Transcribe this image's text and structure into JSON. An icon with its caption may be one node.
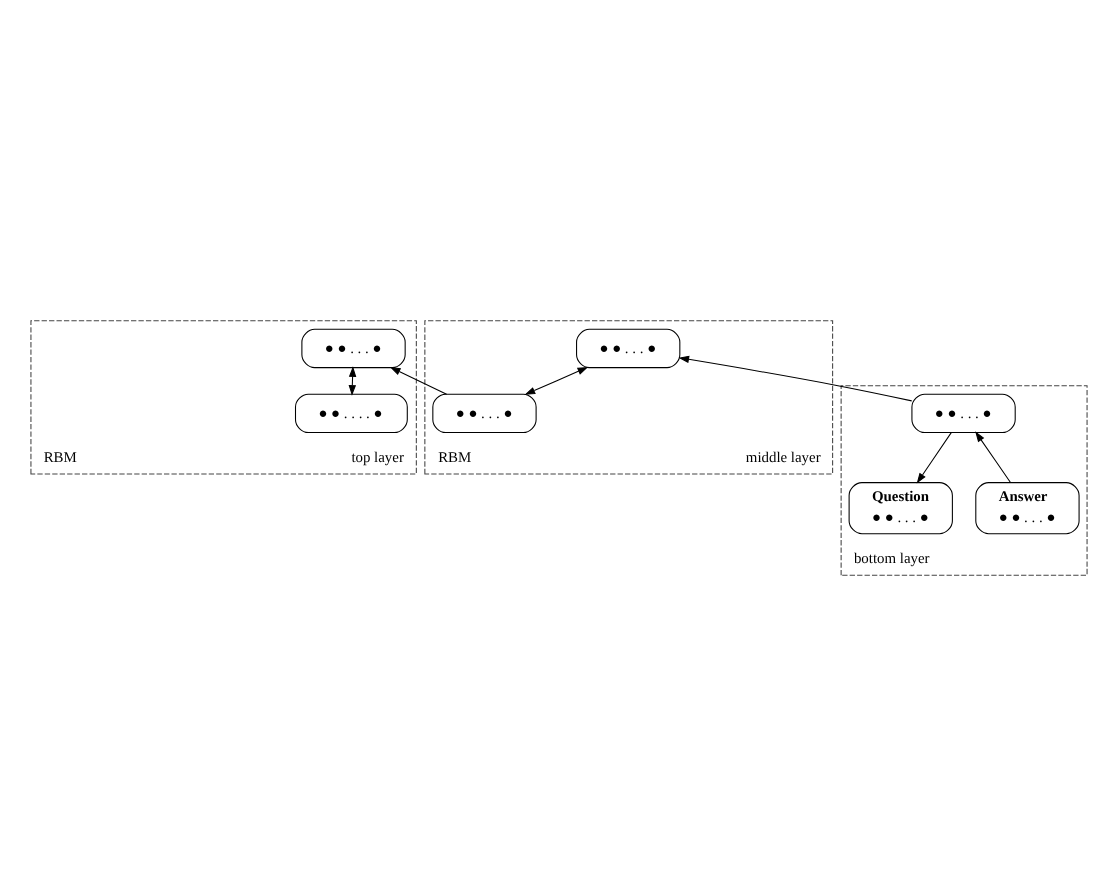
{
  "diagram": {
    "nodes": [
      {
        "text": [
          "RBM",
          "top layer"
        ]
      },
      {
        "text": [
          "● ● . . . . ●"
        ],
        "in": 0
      },
      {
        "text": [
          "● ● . . . ●"
        ],
        "in": 0
      },
      {
        "text": [
          "RBM",
          "middle layer"
        ]
      },
      {
        "text": [
          "● ● . . . ●"
        ],
        "in": 3
      },
      {
        "text": [
          "● ● . . . ●"
        ],
        "in": 3
      },
      {
        "text": [
          "bottom layer"
        ]
      },
      {
        "text": [
          "● ● . . . ●"
        ],
        "in": 6
      },
      {
        "text": [
          "Answer",
          "● ● . . . ●"
        ],
        "in": 6
      },
      {
        "text": [
          "Question",
          "● ● . . . ●"
        ],
        "in": 6
      }
    ],
    "edges": [
      {
        "from": 1,
        "to": 2,
        "arrow": "both"
      },
      {
        "from": 4,
        "to": 2,
        "arrow": "to"
      },
      {
        "from": 4,
        "to": 5,
        "arrow": "both"
      },
      {
        "from": 7,
        "to": 5,
        "arrow": "to"
      },
      {
        "from": 8,
        "to": 7,
        "arrow": "to"
      },
      {
        "from": 7,
        "to": 9,
        "arrow": "to"
      }
    ]
  }
}
